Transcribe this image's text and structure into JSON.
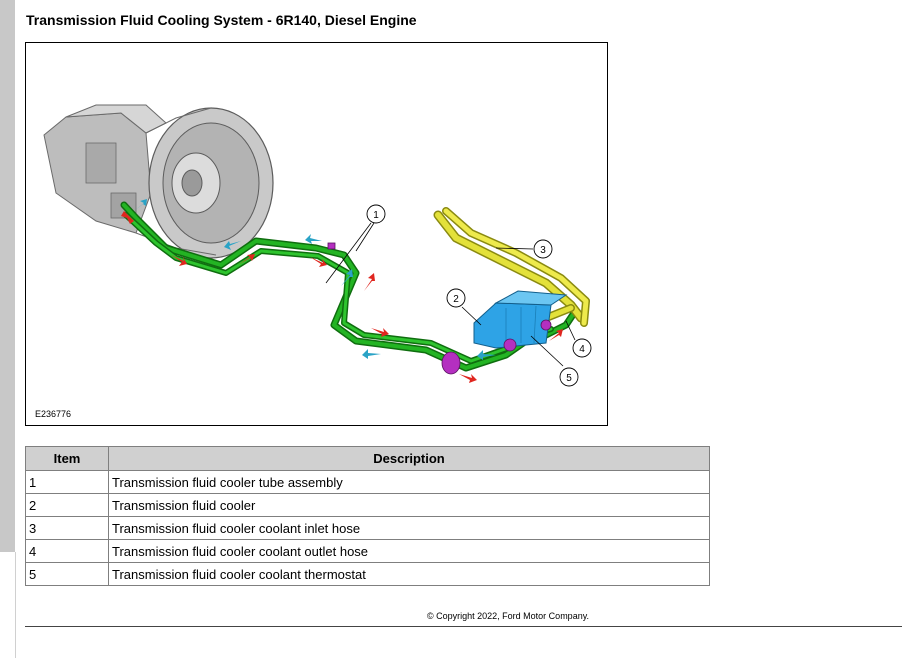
{
  "title": "Transmission Fluid Cooling System - 6R140, Diesel Engine",
  "figure": {
    "id": "E236776",
    "callouts": [
      "1",
      "2",
      "3",
      "4",
      "5"
    ]
  },
  "table": {
    "headers": {
      "item": "Item",
      "description": "Description"
    },
    "rows": [
      {
        "item": "1",
        "description": "Transmission fluid cooler tube assembly"
      },
      {
        "item": "2",
        "description": "Transmission fluid cooler"
      },
      {
        "item": "3",
        "description": "Transmission fluid cooler coolant inlet hose"
      },
      {
        "item": "4",
        "description": "Transmission fluid cooler coolant outlet hose"
      },
      {
        "item": "5",
        "description": "Transmission fluid cooler coolant thermostat"
      }
    ]
  },
  "copyright": "© Copyright 2022, Ford Motor Company.",
  "colors": {
    "tube": "#23b423",
    "hose": "#e3e13a",
    "cooler": "#2ea3e6",
    "thermostat": "#b42fc0",
    "arrow_red": "#e0261f",
    "arrow_blue": "#2aa3c6"
  }
}
